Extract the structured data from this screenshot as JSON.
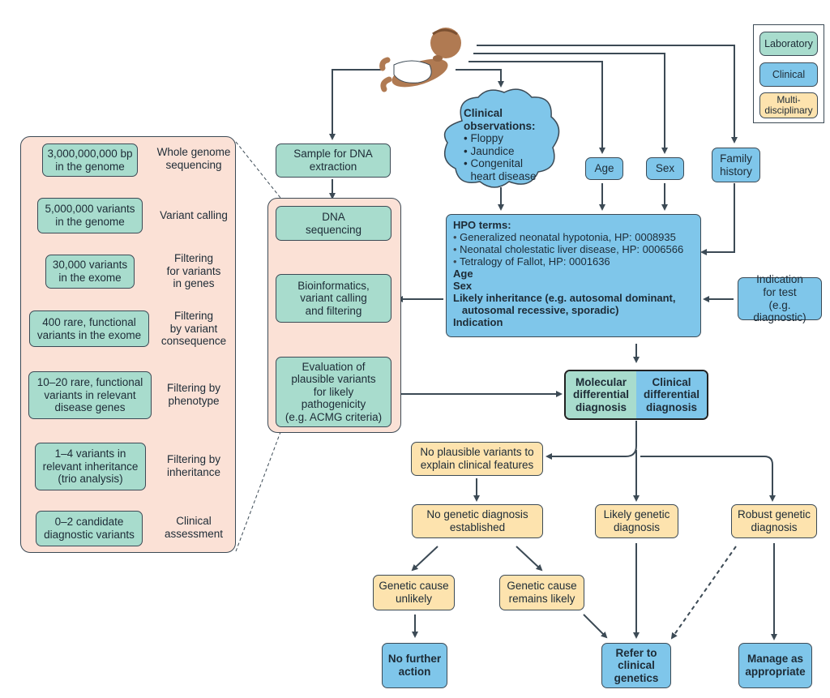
{
  "legend": {
    "laboratory": "Laboratory",
    "clinical": "Clinical",
    "multidisciplinary": "Multi-\ndisciplinary"
  },
  "colors": {
    "laboratory": "#a8dccd",
    "clinical": "#7fc6ea",
    "multidisciplinary": "#fde3ae",
    "panel": "#fbe1d6",
    "arrow": "#3c4a55"
  },
  "patient_icon": "infant-icon",
  "pipeline": {
    "steps": [
      "3,000,000,000 bp\nin the genome",
      "5,000,000 variants\nin the genome",
      "30,000 variants\nin the exome",
      "400 rare, functional\nvariants in the exome",
      "10–20 rare, functional\nvariants in relevant\ndisease genes",
      "1–4 variants in\nrelevant inheritance\n(trio analysis)",
      "0–2 candidate\ndiagnostic variants"
    ],
    "labels": [
      "Whole genome\nsequencing",
      "Variant calling",
      "Filtering\nfor variants\nin genes",
      "Filtering\nby variant\nconsequence",
      "Filtering by\nphenotype",
      "Filtering by\ninheritance",
      "Clinical\nassessment"
    ]
  },
  "lab": {
    "sample": "Sample for DNA\nextraction",
    "dna_seq": "DNA\nsequencing",
    "bioinf": "Bioinformatics,\nvariant calling\nand filtering",
    "evaluation": "Evaluation of\nplausible variants\nfor likely\npathogenicity\n(e.g. ACMG criteria)"
  },
  "clinical_obs": {
    "title": "Clinical\nobservations:",
    "items": [
      "Floppy",
      "Jaundice",
      "Congenital\nheart disease"
    ]
  },
  "age": "Age",
  "sex": "Sex",
  "family_history": "Family\nhistory",
  "hpo": {
    "title": "HPO terms:",
    "items": [
      "Generalized neonatal hypotonia, HP: 0008935",
      "Neonatal cholestatic liver disease, HP: 0006566",
      "Tetralogy of Fallot, HP: 0001636"
    ],
    "fields": [
      "Age",
      "Sex",
      "Likely inheritance (e.g. autosomal dominant,\n   autosomal recessive, sporadic)",
      "Indication"
    ]
  },
  "indication": "Indication\nfor test\n(e.g. diagnostic)",
  "differential": {
    "molecular": "Molecular\ndifferential\ndiagnosis",
    "clinical": "Clinical\ndifferential\ndiagnosis"
  },
  "outcomes": {
    "no_plausible": "No plausible variants to\nexplain clinical features",
    "no_genetic": "No genetic diagnosis\nestablished",
    "likely": "Likely genetic\ndiagnosis",
    "robust": "Robust genetic\ndiagnosis",
    "unlikely": "Genetic cause\nunlikely",
    "remains": "Genetic cause\nremains likely",
    "no_further": "No further\naction",
    "refer": "Refer to\nclinical\ngenetics",
    "manage": "Manage as\nappropriate"
  }
}
